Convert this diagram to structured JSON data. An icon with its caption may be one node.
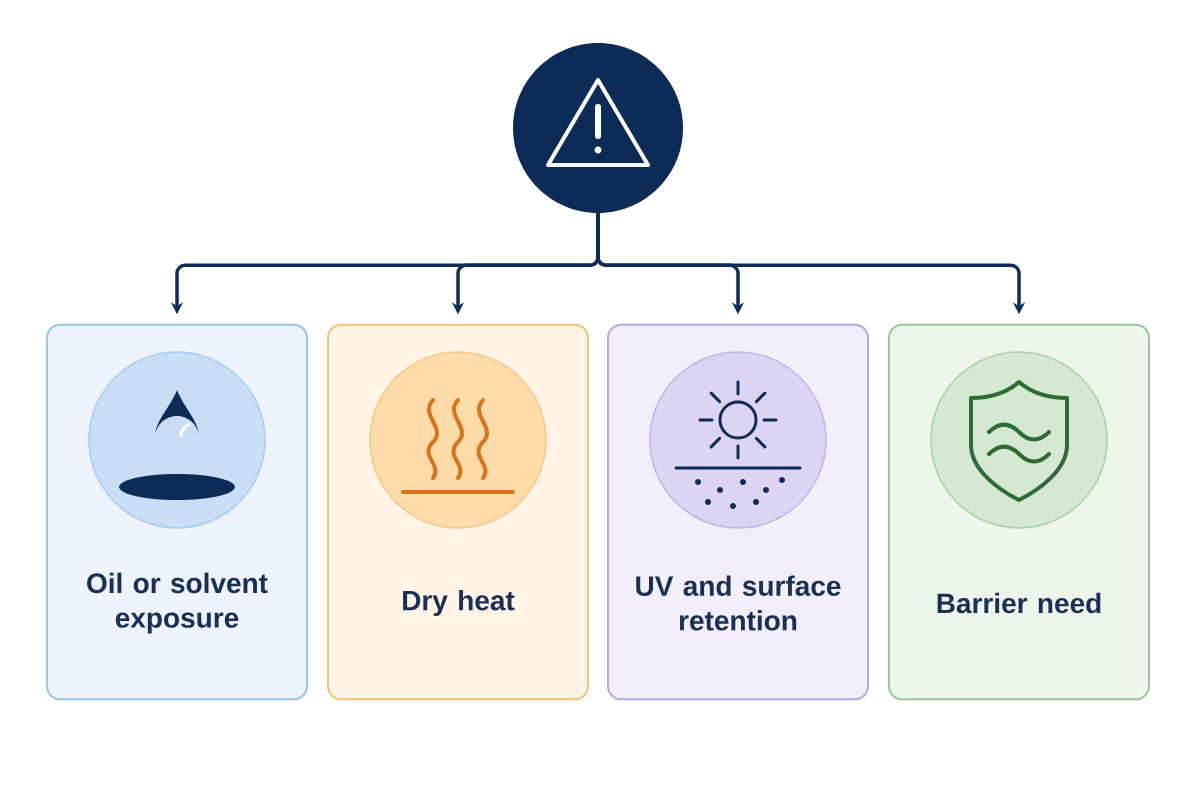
{
  "diagram": {
    "nodes": [
      {
        "text": [],
        "shape": "circle"
      },
      {
        "text": [
          "Oil or solvent exposure"
        ]
      },
      {
        "text": [
          "Dry heat"
        ]
      },
      {
        "text": [
          "UV and surface retention"
        ]
      },
      {
        "text": [
          "Barrier need"
        ]
      }
    ],
    "edges": [
      {
        "from": 0,
        "to": 1,
        "arrow": "to"
      },
      {
        "from": 0,
        "to": 2,
        "arrow": "to"
      },
      {
        "from": 0,
        "to": 3,
        "arrow": "to"
      },
      {
        "from": 0,
        "to": 4,
        "arrow": "to"
      }
    ]
  }
}
